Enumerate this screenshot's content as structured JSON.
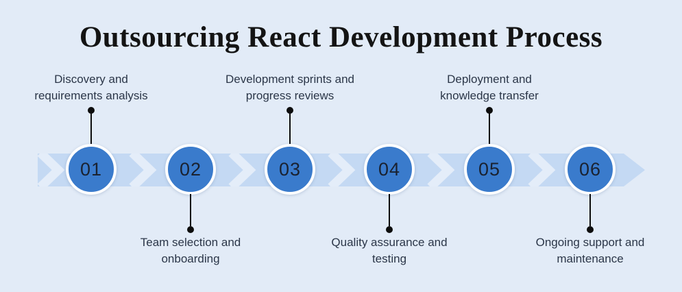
{
  "title": "Outsourcing React Development Process",
  "colors": {
    "background": "#e2ebf7",
    "band": "#c4d9f3",
    "separator": "#e4edf9",
    "circle": "#3a7bcc",
    "circle_ring": "#ffffff",
    "number": "#1a2230",
    "label": "#2b3648",
    "title": "#141414",
    "connector": "#0d0d0d"
  },
  "steps": [
    {
      "number": "01",
      "line1": "Discovery and",
      "line2": "requirements analysis",
      "position": "top"
    },
    {
      "number": "02",
      "line1": "Team selection and",
      "line2": "onboarding",
      "position": "bottom"
    },
    {
      "number": "03",
      "line1": "Development sprints and",
      "line2": "progress reviews",
      "position": "top"
    },
    {
      "number": "04",
      "line1": "Quality assurance and",
      "line2": "testing",
      "position": "bottom"
    },
    {
      "number": "05",
      "line1": "Deployment and",
      "line2": "knowledge transfer",
      "position": "top"
    },
    {
      "number": "06",
      "line1": "Ongoing support and",
      "line2": "maintenance",
      "position": "bottom"
    }
  ]
}
